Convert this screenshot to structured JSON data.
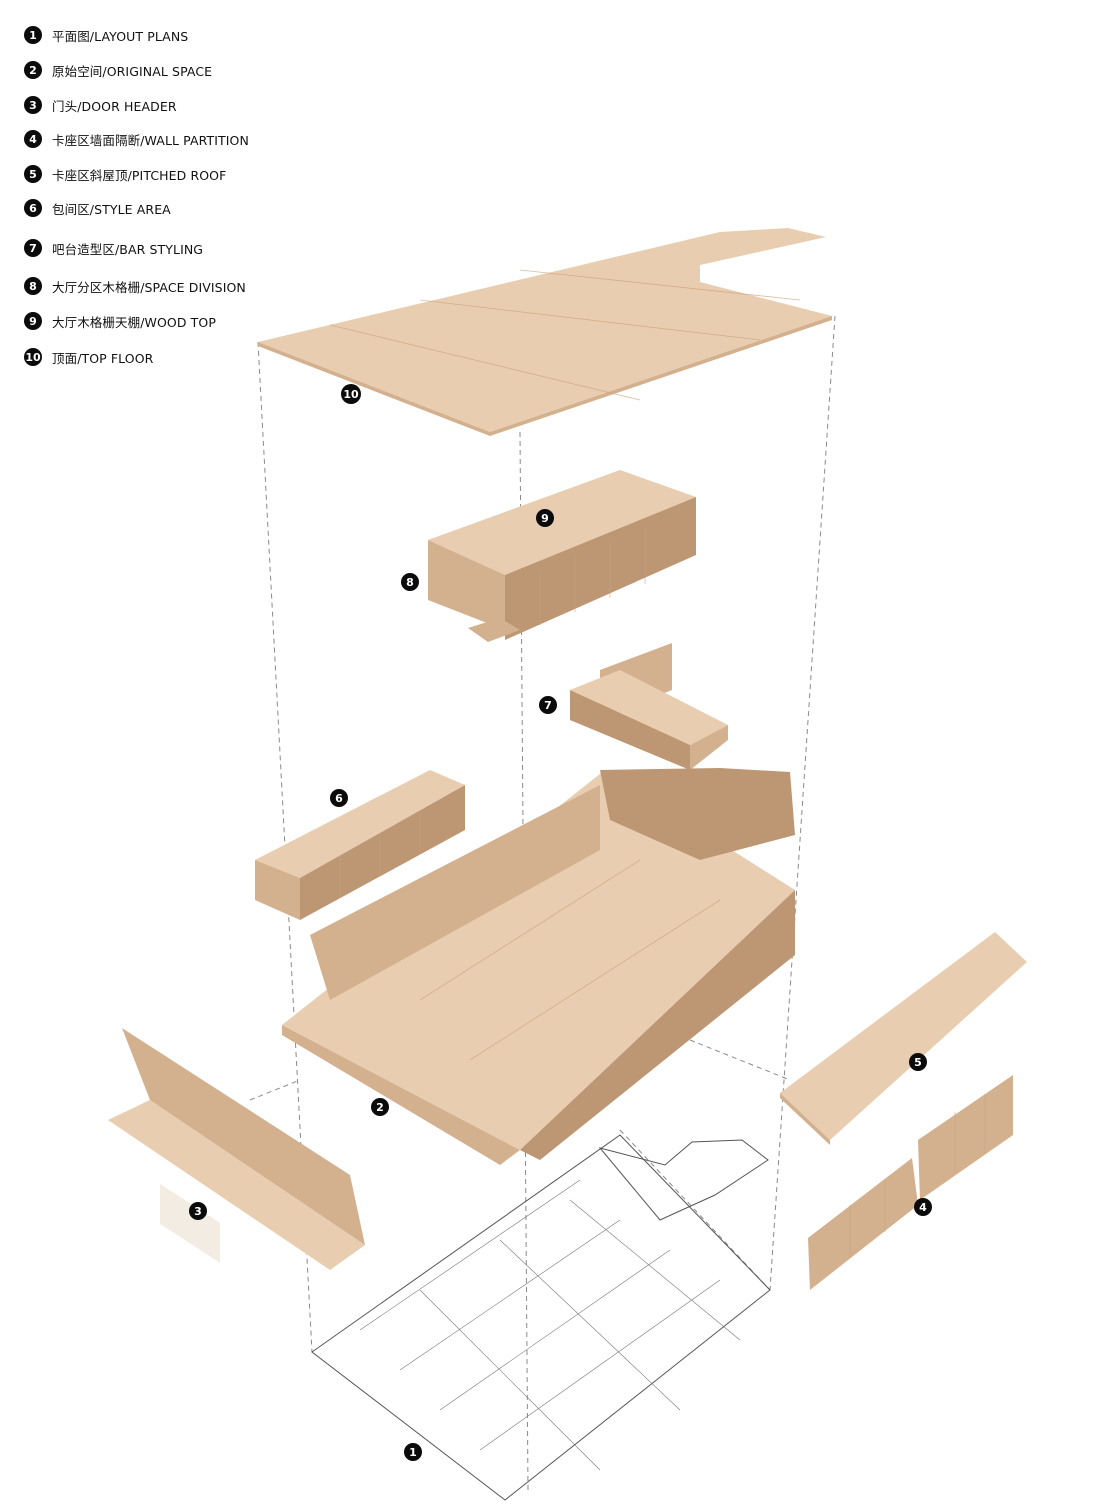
{
  "legend": [
    {
      "num": "1",
      "label": "平面图/LAYOUT PLANS"
    },
    {
      "num": "2",
      "label": "原始空间/ORIGINAL SPACE"
    },
    {
      "num": "3",
      "label": "门头/DOOR HEADER"
    },
    {
      "num": "4",
      "label": "卡座区墙面隔断/WALL PARTITION"
    },
    {
      "num": "5",
      "label": "卡座区斜屋顶/PITCHED ROOF"
    },
    {
      "num": "6",
      "label": "包间区/STYLE AREA"
    },
    {
      "num": "7",
      "label": "吧台造型区/BAR STYLING"
    },
    {
      "num": "8",
      "label": "大厅分区木格栅/SPACE DIVISION"
    },
    {
      "num": "9",
      "label": "大厅木格栅天棚/WOOD TOP"
    },
    {
      "num": "10",
      "label": "顶面/TOP FLOOR"
    }
  ],
  "callouts": {
    "c1": "1",
    "c2": "2",
    "c3": "3",
    "c4": "4",
    "c5": "5",
    "c6": "6",
    "c7": "7",
    "c8": "8",
    "c9": "9",
    "c10": "10"
  },
  "colors": {
    "wood_light": "#e8cdb0",
    "wood_mid": "#d3b08e",
    "wood_dark": "#bd9673",
    "callout": "#0b0b0b"
  }
}
